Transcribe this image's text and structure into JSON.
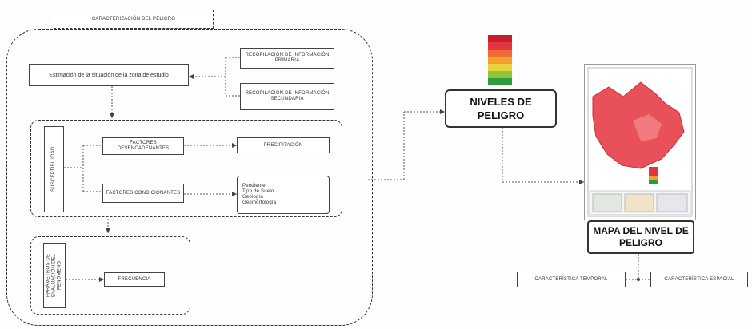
{
  "title": "CARACTERIZACIÓN DEL PELIGRO",
  "estimacion": "Estimación de la situación de la zona de estudio",
  "recopilacion_primaria": "RECOPILACIÓN DE INFORMACIÓN PRIMARIA",
  "recopilacion_secundaria": "RECOPILACIÓN DE INFORMACIÓN SECUNDARIA",
  "susceptibilidad": "SUSCEPTIBILIDAD",
  "factores_desencadenantes": "FACTORES DESENCADENANTES",
  "precipitacion": "PRECIPITACIÓN",
  "factores_condicionantes": "FACTORES CONDICIONANTES",
  "condicionantes_items": [
    "Pendiente",
    "Tipo de Suelo",
    "Geología",
    "Geomorfología"
  ],
  "parametros": "PARÁMETROS DE EVALUACIÓN DEL FENÓMENO",
  "frecuencia": "FRECUENCIA",
  "niveles": "NIVELES DE PELIGRO",
  "mapa": "MAPA DEL NIVEL DE PELIGRO",
  "temporal": "CARACTERÍSTICA TEMPORAL",
  "espacial": "CARACTERÍSTICA ESPACIAL",
  "colors": {
    "high": "#e2363f",
    "mid": "#f2a02b",
    "low": "#8cc63f",
    "verylow": "#2e9c3e",
    "map_red": "#e8505a"
  }
}
